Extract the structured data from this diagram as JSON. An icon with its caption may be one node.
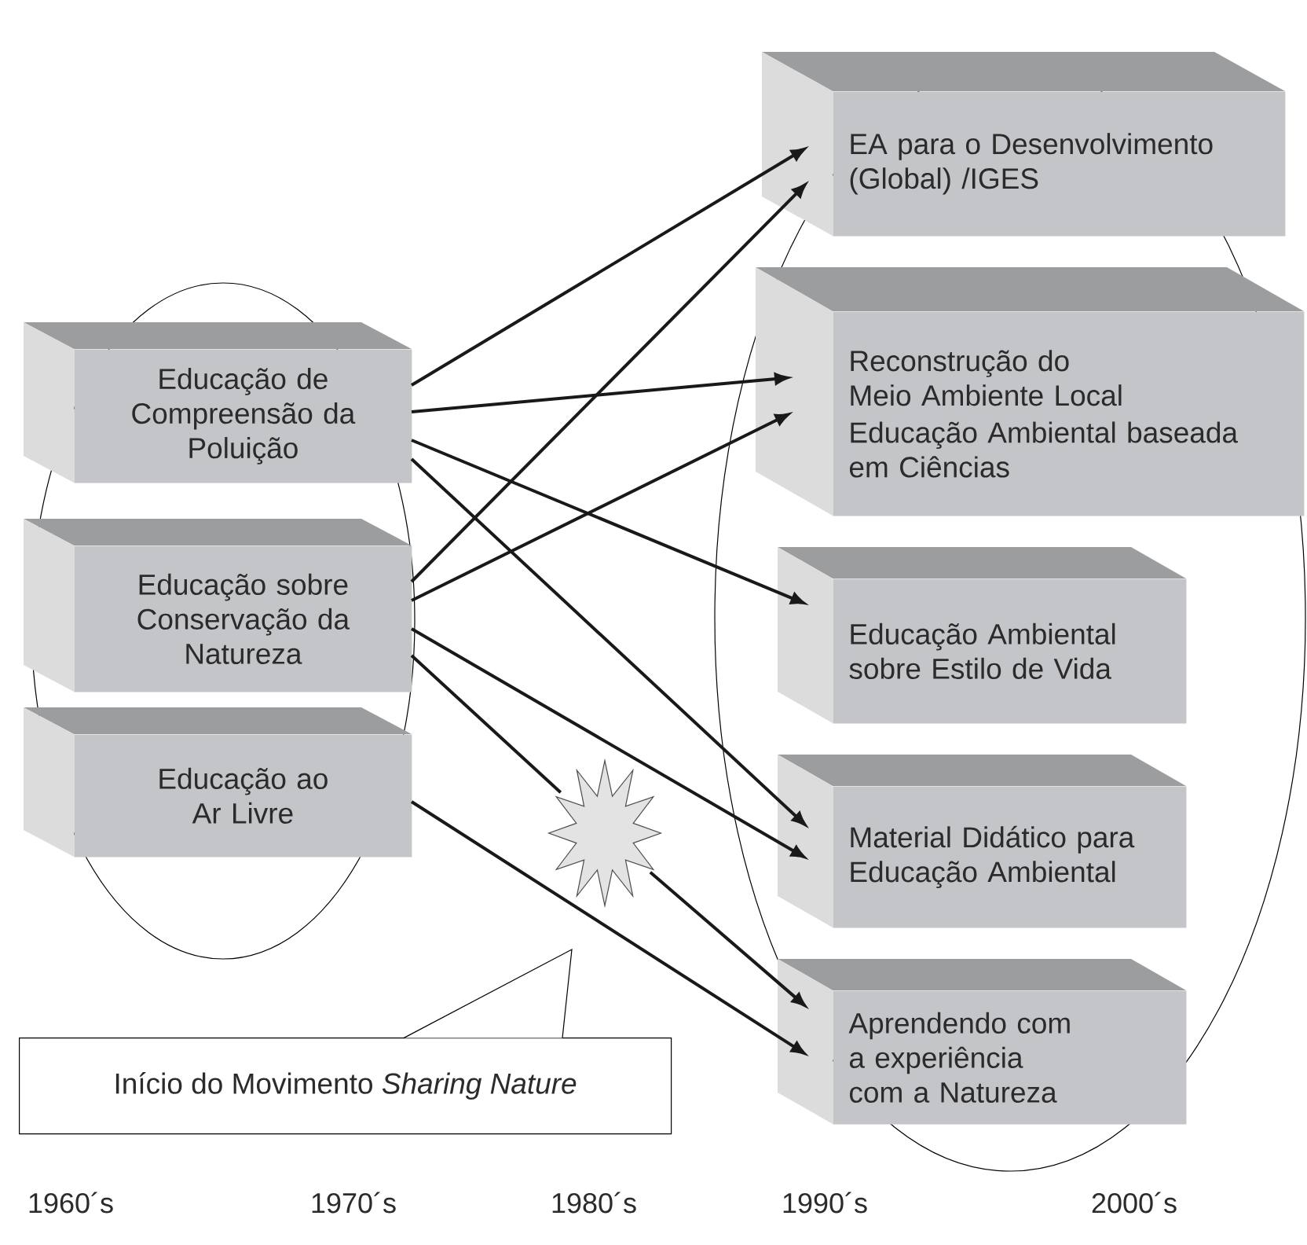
{
  "diagram": {
    "nodes": [
      {
        "text": [
          "Educação de Compreensão da Poluição"
        ]
      },
      {
        "text": [
          "Educação sobre Conservação da Natureza"
        ]
      },
      {
        "text": [
          "Educação ao Ar Livre"
        ]
      },
      {
        "text": [
          "EA para o Desenvolvimento (Global) /IGES"
        ]
      },
      {
        "text": [
          "Reconstrução do Meio Ambiente Local",
          "Educação Ambiental baseada em Ciências"
        ]
      },
      {
        "text": [
          "Educação Ambiental sobre Estilo de Vida"
        ]
      },
      {
        "text": [
          "Material Didático para Educação Ambiental"
        ]
      },
      {
        "text": [
          "Aprendendo com a experiência com a Natureza"
        ]
      },
      {
        "text": [],
        "shape": "star"
      },
      {
        "text": [
          "Início do Movimento *Sharing Nature*"
        ]
      }
    ],
    "edges": [
      {
        "from": 0,
        "to": 3,
        "arrow": "to"
      },
      {
        "from": 0,
        "to": 4,
        "arrow": "to"
      },
      {
        "from": 0,
        "to": 5,
        "arrow": "to"
      },
      {
        "from": 0,
        "to": 6,
        "arrow": "to"
      },
      {
        "from": 1,
        "to": 3,
        "arrow": "to"
      },
      {
        "from": 1,
        "to": 4,
        "arrow": "to"
      },
      {
        "from": 1,
        "to": 6,
        "arrow": "to"
      },
      {
        "from": 1,
        "to": 8,
        "arrow": "none"
      },
      {
        "from": 8,
        "to": 7,
        "arrow": "to"
      },
      {
        "from": 2,
        "to": 7,
        "arrow": "to"
      }
    ],
    "labels": [
      "1960´s",
      "1970´s",
      "1980´s",
      "1990´s",
      "2000´s"
    ]
  }
}
